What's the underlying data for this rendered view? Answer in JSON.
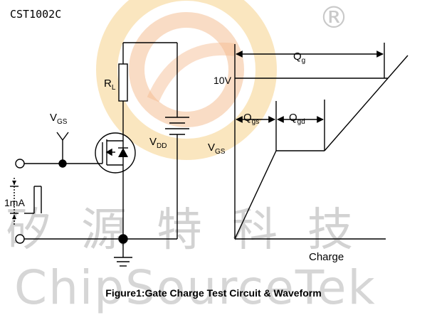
{
  "part_number": "CST1002C",
  "registered_mark": "®",
  "watermark": {
    "chinese": "矽源特科技",
    "english": "ChipSourceTek",
    "logo_color_outer": "#f6d28a",
    "logo_color_inner": "#f3b98c"
  },
  "circuit": {
    "vgs_label": {
      "main": "V",
      "sub": "GS"
    },
    "rl_label": {
      "main": "R",
      "sub": "L"
    },
    "vdd_label": {
      "main": "V",
      "sub": "DD"
    },
    "current_label": "1mA"
  },
  "waveform": {
    "qg_label": {
      "main": "Q",
      "sub": "g"
    },
    "v10_label": "10V",
    "qgs_label": {
      "main": "Q",
      "sub": "gs"
    },
    "qgd_label": {
      "main": "Q",
      "sub": "gd"
    },
    "vgs_label": {
      "main": "V",
      "sub": "GS"
    },
    "x_label": "Charge"
  },
  "caption": "Figure1:Gate Charge Test Circuit & Waveform"
}
